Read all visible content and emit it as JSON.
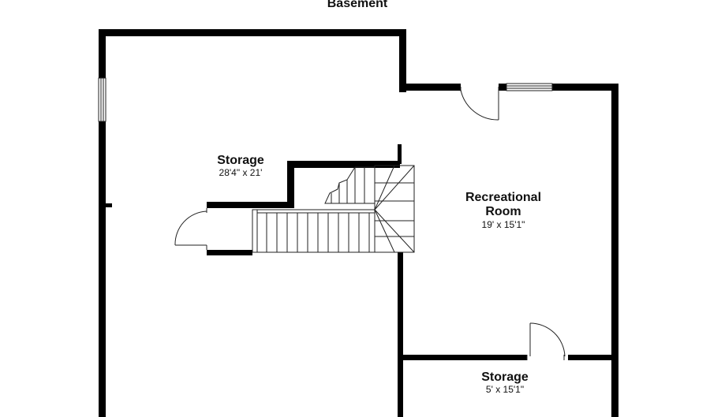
{
  "floor": {
    "title": "Basement"
  },
  "rooms": [
    {
      "name": "Storage",
      "dims": "28'4\" x 21'"
    },
    {
      "name_line1": "Recreational",
      "name_line2": "Room",
      "dims": "19' x 15'1\""
    },
    {
      "name": "Storage",
      "dims": "5' x 15'1\""
    }
  ],
  "colors": {
    "wall": "#000000",
    "background": "#ffffff",
    "line": "#222222"
  }
}
